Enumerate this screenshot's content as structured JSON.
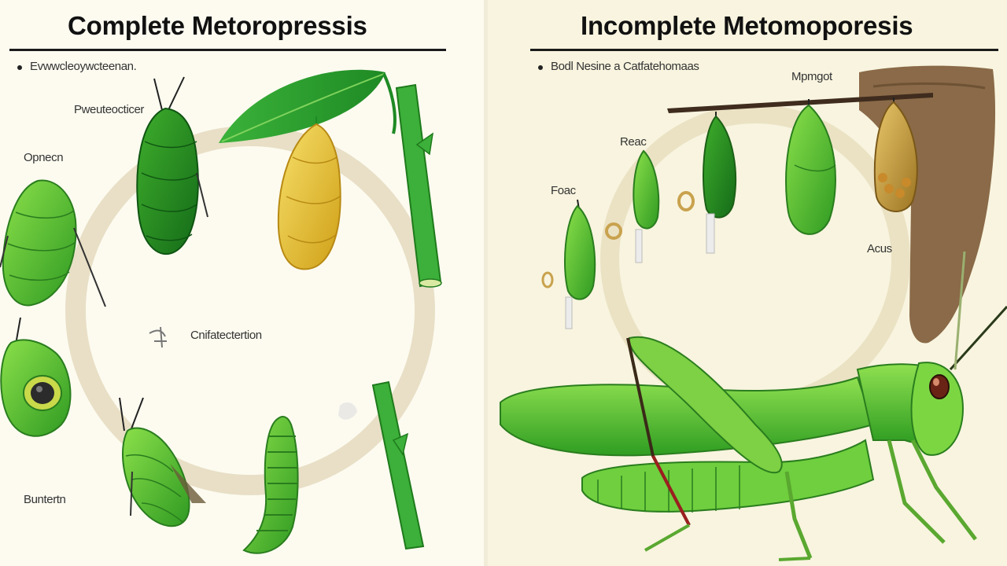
{
  "left": {
    "title": "Complete Metoropressis",
    "legend": "Evwwcleoywcteenan.",
    "labels": {
      "top": "Pweuteocticer",
      "upper_left": "Opnecn",
      "center": "Cnifatectertion",
      "bottom_left": "Buntertn"
    }
  },
  "right": {
    "title": "Incomplete Metomoporesis",
    "legend": "Bodl Nesine  a  Catfatehomaas",
    "labels": {
      "top": "Mpmgot",
      "stage1": "Reac",
      "stage2": "Foac",
      "side": "Acus"
    }
  },
  "colors": {
    "leaf_green": "#2e9e2a",
    "light_green": "#6fd13a",
    "dark_green": "#1f7a1c",
    "pupa_yellow": "#e9c531",
    "cycle_ring": "#e6dcc0",
    "bark_brown": "#8a6a48"
  }
}
